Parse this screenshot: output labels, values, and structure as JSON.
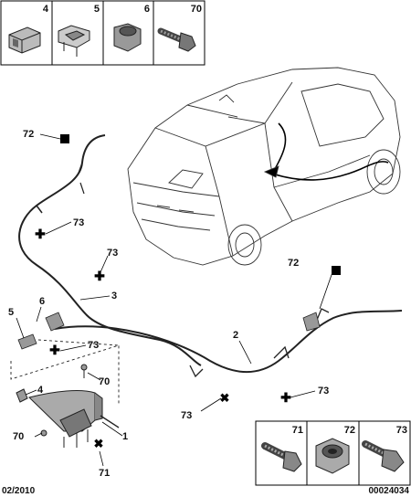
{
  "top_panel": {
    "headers": [
      "4",
      "5",
      "6",
      "70"
    ]
  },
  "bottom_panel": {
    "headers": [
      "71",
      "72",
      "73"
    ]
  },
  "labels": {
    "l72_top": "72",
    "l73_a": "73",
    "l73_b": "73",
    "l3": "3",
    "l6": "6",
    "l5": "5",
    "l73_c": "73",
    "l70_a": "70",
    "l4": "4",
    "l70_b": "70",
    "l1": "1",
    "l71": "71",
    "l72_right": "72",
    "l2": "2",
    "l73_d": "73",
    "l73_e": "73"
  },
  "footer": {
    "date": "02/2010",
    "ref": "00024034"
  }
}
